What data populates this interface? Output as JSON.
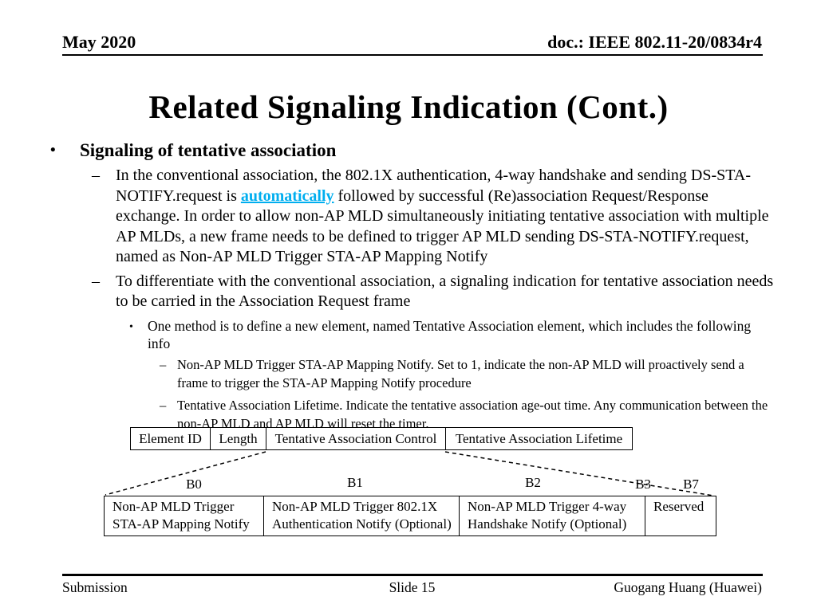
{
  "header": {
    "date": "May 2020",
    "doc": "doc.: IEEE 802.11-20/0834r4"
  },
  "title": "Related Signaling Indication (Cont.)",
  "markers": {
    "bullet": "•",
    "dash": "–"
  },
  "bullets": {
    "l1": "Signaling of tentative association",
    "p1_before": "In the conventional association, the 802.1X authentication, 4-way handshake and sending DS-STA-NOTIFY.request is ",
    "p1_link": "automatically",
    "p1_after": " followed by successful (Re)association Request/Response exchange. In order to allow non-AP MLD simultaneously initiating tentative association with multiple AP MLDs, a new frame needs to be defined to trigger AP MLD sending DS-STA-NOTIFY.request, named as Non-AP MLD Trigger STA-AP Mapping Notify",
    "p2": "To differentiate with the conventional association, a signaling indication for tentative association needs to be carried in the Association Request frame",
    "p3": "One method is to define a new element, named Tentative Association element, which includes the following info",
    "p4": "Non-AP MLD Trigger STA-AP Mapping Notify. Set to 1, indicate the non-AP MLD will proactively send a frame to trigger the STA-AP Mapping Notify procedure",
    "p5": "Tentative Association Lifetime. Indicate the tentative association age-out time. Any communication between the non-AP MLD and AP MLD will reset the timer."
  },
  "element_table": {
    "cells": [
      "Element ID",
      "Length",
      "Tentative Association Control",
      "Tentative Association Lifetime"
    ]
  },
  "bit_labels": [
    "B0",
    "B1",
    "B2",
    "B3",
    "B7"
  ],
  "control_table": {
    "cells": [
      "Non-AP MLD Trigger STA-AP Mapping Notify",
      "Non-AP MLD Trigger 802.1X Authentication Notify (Optional)",
      "Non-AP MLD Trigger 4-way Handshake Notify (Optional)",
      "Reserved"
    ]
  },
  "footer": {
    "left": "Submission",
    "center": "Slide 15",
    "right": "Guogang Huang (Huawei)"
  },
  "colors": {
    "link": "#00AEEF",
    "text": "#000000",
    "background": "#FFFFFF"
  }
}
